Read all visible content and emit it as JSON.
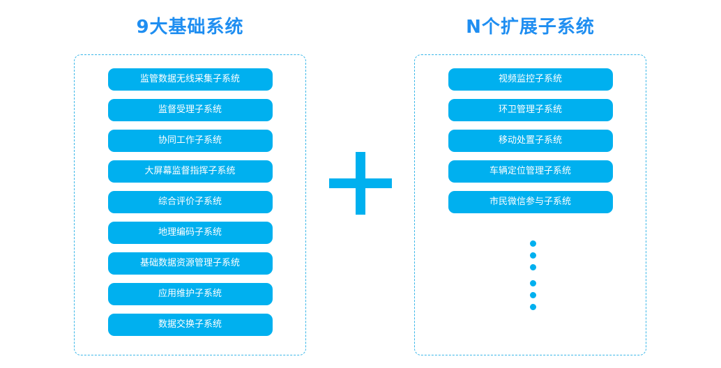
{
  "left": {
    "title": "9大基础系统",
    "items": [
      "监管数据无线采集子系统",
      "监督受理子系统",
      "协同工作子系统",
      "大屏幕监督指挥子系统",
      "综合评价子系统",
      "地理编码子系统",
      "基础数据资源管理子系统",
      "应用维护子系统",
      "数据交换子系统"
    ]
  },
  "right": {
    "title": "N个扩展子系统",
    "items": [
      "视频监控子系统",
      "环卫管理子系统",
      "移动处置子系统",
      "车辆定位管理子系统",
      "市民微信参与子系统"
    ]
  },
  "colors": {
    "accent": "#00b0ef",
    "title": "#1f8ef1",
    "border": "#38b6e8"
  }
}
